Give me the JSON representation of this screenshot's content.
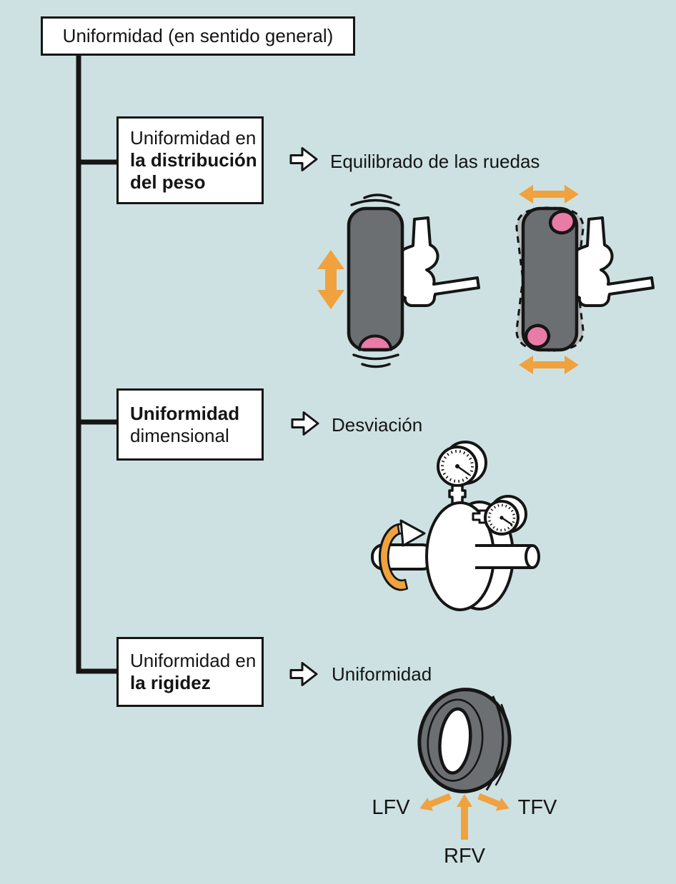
{
  "diagram": {
    "root_label": "Uniformidad (en sentido general)",
    "branches": [
      {
        "box_lines": [
          {
            "text": "Uniformidad en",
            "bold": false
          },
          {
            "text": "la distribución",
            "bold": true
          },
          {
            "text": "del peso",
            "bold": true
          }
        ],
        "result": "Equilibrado de las ruedas",
        "illustration": "wheel-balancing-vibration"
      },
      {
        "box_lines": [
          {
            "text": "Uniformidad",
            "bold": true
          },
          {
            "text": "dimensional",
            "bold": false
          }
        ],
        "result": "Desviación",
        "illustration": "runout-measurement-gauges"
      },
      {
        "box_lines": [
          {
            "text": "Uniformidad en",
            "bold": false
          },
          {
            "text": "la rigidez",
            "bold": true
          }
        ],
        "result": "Uniformidad",
        "illustration": "tire-force-variation"
      }
    ],
    "force_labels": {
      "left": "LFV",
      "bottom": "RFV",
      "right": "TFV"
    }
  },
  "icons": {
    "branch_arrow": "block-arrow-right-icon",
    "rotation": "rotation-arrow-icon",
    "vertical_vibration": "double-arrow-vertical-icon",
    "horizontal_vibration": "double-arrow-horizontal-icon"
  },
  "colors": {
    "background": "#cde1e2",
    "ink": "#151515",
    "box_fill": "#ffffff",
    "tire_gray": "#6c6f71",
    "ghost_gray": "#b9bdbe",
    "accent_orange": "#efa23e",
    "accent_pink": "#e87ca6"
  }
}
